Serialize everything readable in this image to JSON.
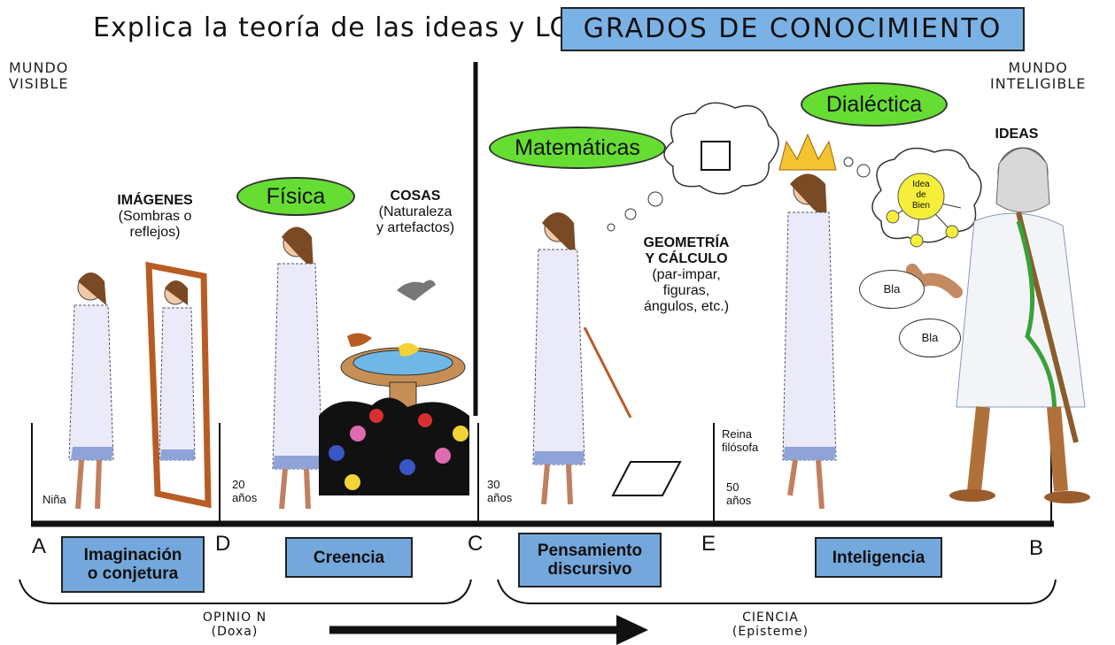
{
  "title": {
    "prefix": "Explica la teoría de las ideas y LOS",
    "highlight": "GRADOS DE CONOCIMIENTO"
  },
  "corners": {
    "left_line1": "MUNDO",
    "left_line2": "VISIBLE",
    "right_line1": "MUNDO",
    "right_line2": "INTELIGIBLE"
  },
  "ovals": {
    "fisica": "Física",
    "matematicas": "Matemáticas",
    "dialectica": "Dialéctica"
  },
  "labels": {
    "imagenes_title": "IMÁGENES",
    "imagenes_line1": "(Sombras o",
    "imagenes_line2": "reflejos)",
    "cosas_title": "COSAS",
    "cosas_line1": "(Naturaleza",
    "cosas_line2": "y artefactos)",
    "geometria_line1": "GEOMETRÍA",
    "geometria_line2": "Y CÁLCULO",
    "geometria_line3": "(par-impar,",
    "geometria_line4": "figuras,",
    "geometria_line5": "ángulos, etc.)",
    "ideas": "IDEAS",
    "idea_bien_1": "Idea",
    "idea_bien_2": "de",
    "idea_bien_3": "Bien",
    "bla_1": "Bla",
    "bla_2": "Bla"
  },
  "ages": {
    "nina": "Niña",
    "age20_1": "20",
    "age20_2": "años",
    "age30_1": "30",
    "age30_2": "años",
    "reina_1": "Reina",
    "reina_2": "filósofa",
    "age50_1": "50",
    "age50_2": "años"
  },
  "points": {
    "A": "A",
    "D": "D",
    "C": "C",
    "E": "E",
    "B": "B"
  },
  "stages": {
    "imaginacion_1": "Imaginación",
    "imaginacion_2": "o conjetura",
    "creencia": "Creencia",
    "pensamiento_1": "Pensamiento",
    "pensamiento_2": "discursivo",
    "inteligencia": "Inteligencia"
  },
  "bottom": {
    "opinion_1": "OPINIO N",
    "opinion_2": "(Doxa)",
    "ciencia_1": "CIENCIA",
    "ciencia_2": "(Episteme)"
  },
  "colors": {
    "blue_box": "#74a8dc",
    "title_box": "#7ab2e6",
    "oval_green": "#66dd33",
    "mirror": "#b85c24"
  }
}
